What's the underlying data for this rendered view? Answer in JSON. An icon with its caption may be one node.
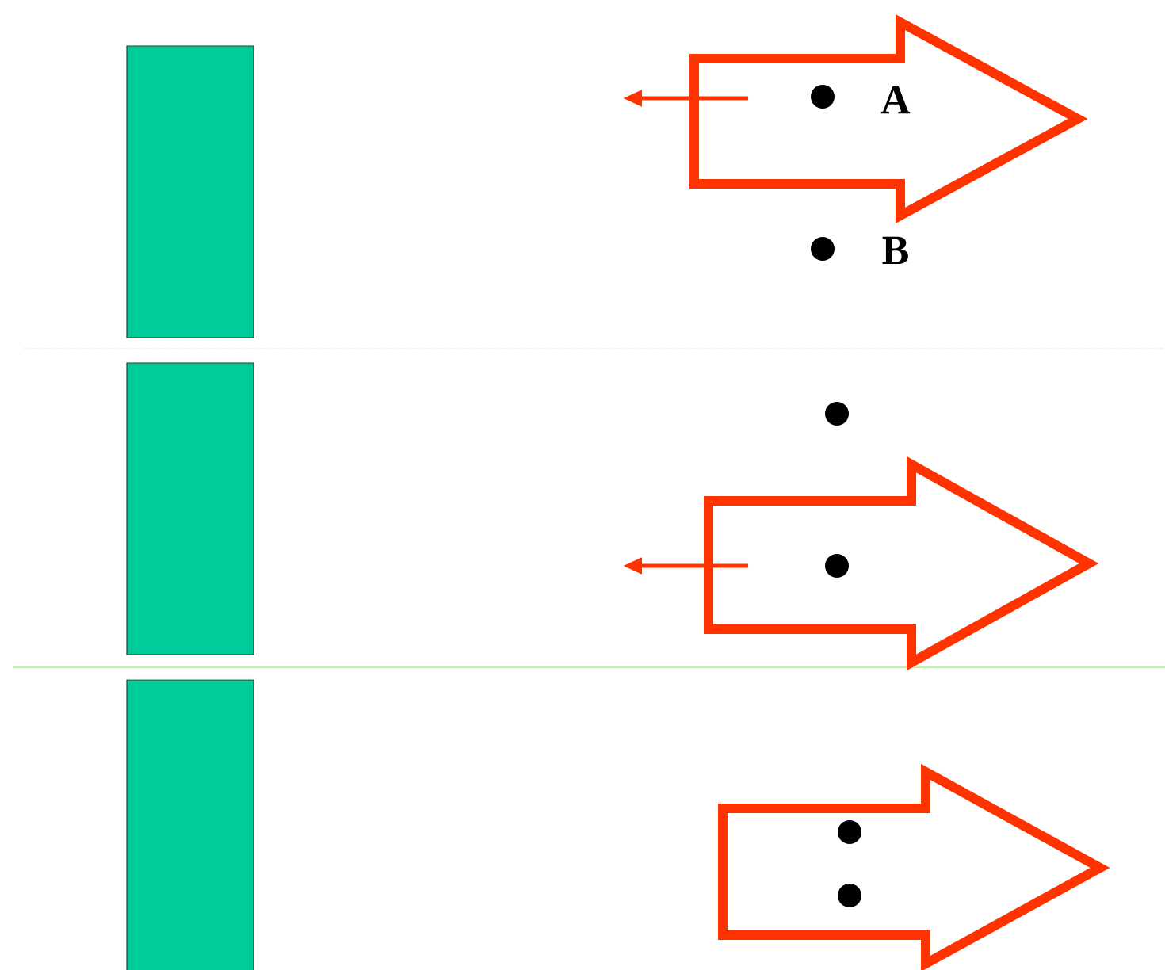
{
  "diagram": {
    "nodes": [
      {
        "text": [],
        "shape": "bar"
      },
      {
        "text": [],
        "shape": "bar"
      },
      {
        "text": [],
        "shape": "bar"
      }
    ],
    "labels": [
      "A",
      "B"
    ]
  }
}
